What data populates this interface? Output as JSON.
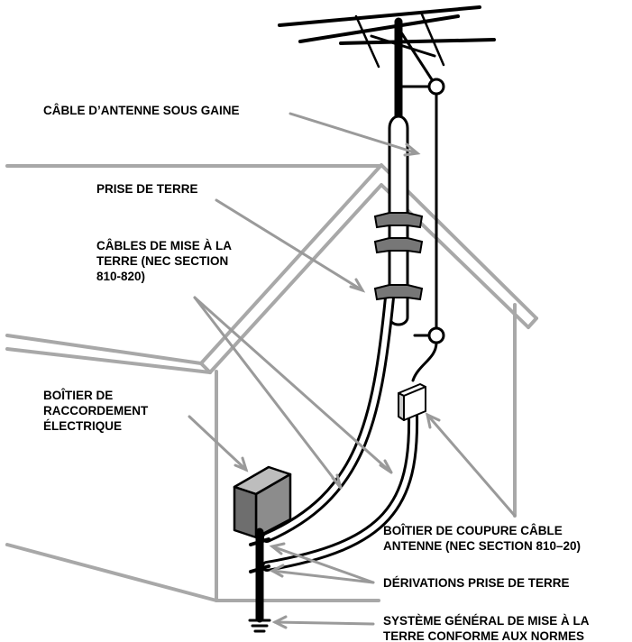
{
  "labels": {
    "antenna_cable": "CÂBLE D’ANTENNE SOUS GAINE",
    "ground_clamp": "PRISE DE TERRE",
    "grounding_conductors": "CÂBLES DE MISE À LA\nTERRE (NEC SECTION\n810-820)",
    "electric_service_box": "BOÎTIER DE\nRACCORDEMENT\nÉLECTRIQUE",
    "antenna_discharge_unit": "BOÎTIER DE COUPURE CÂBLE\nANTENNE (NEC SECTION 810–20)",
    "ground_clamps": "DÉRIVATIONS PRISE DE TERRE",
    "power_grounding_system": "SYSTÈME GÉNÉRAL DE MISE À LA\nTERRE CONFORME AUX NORMES"
  }
}
